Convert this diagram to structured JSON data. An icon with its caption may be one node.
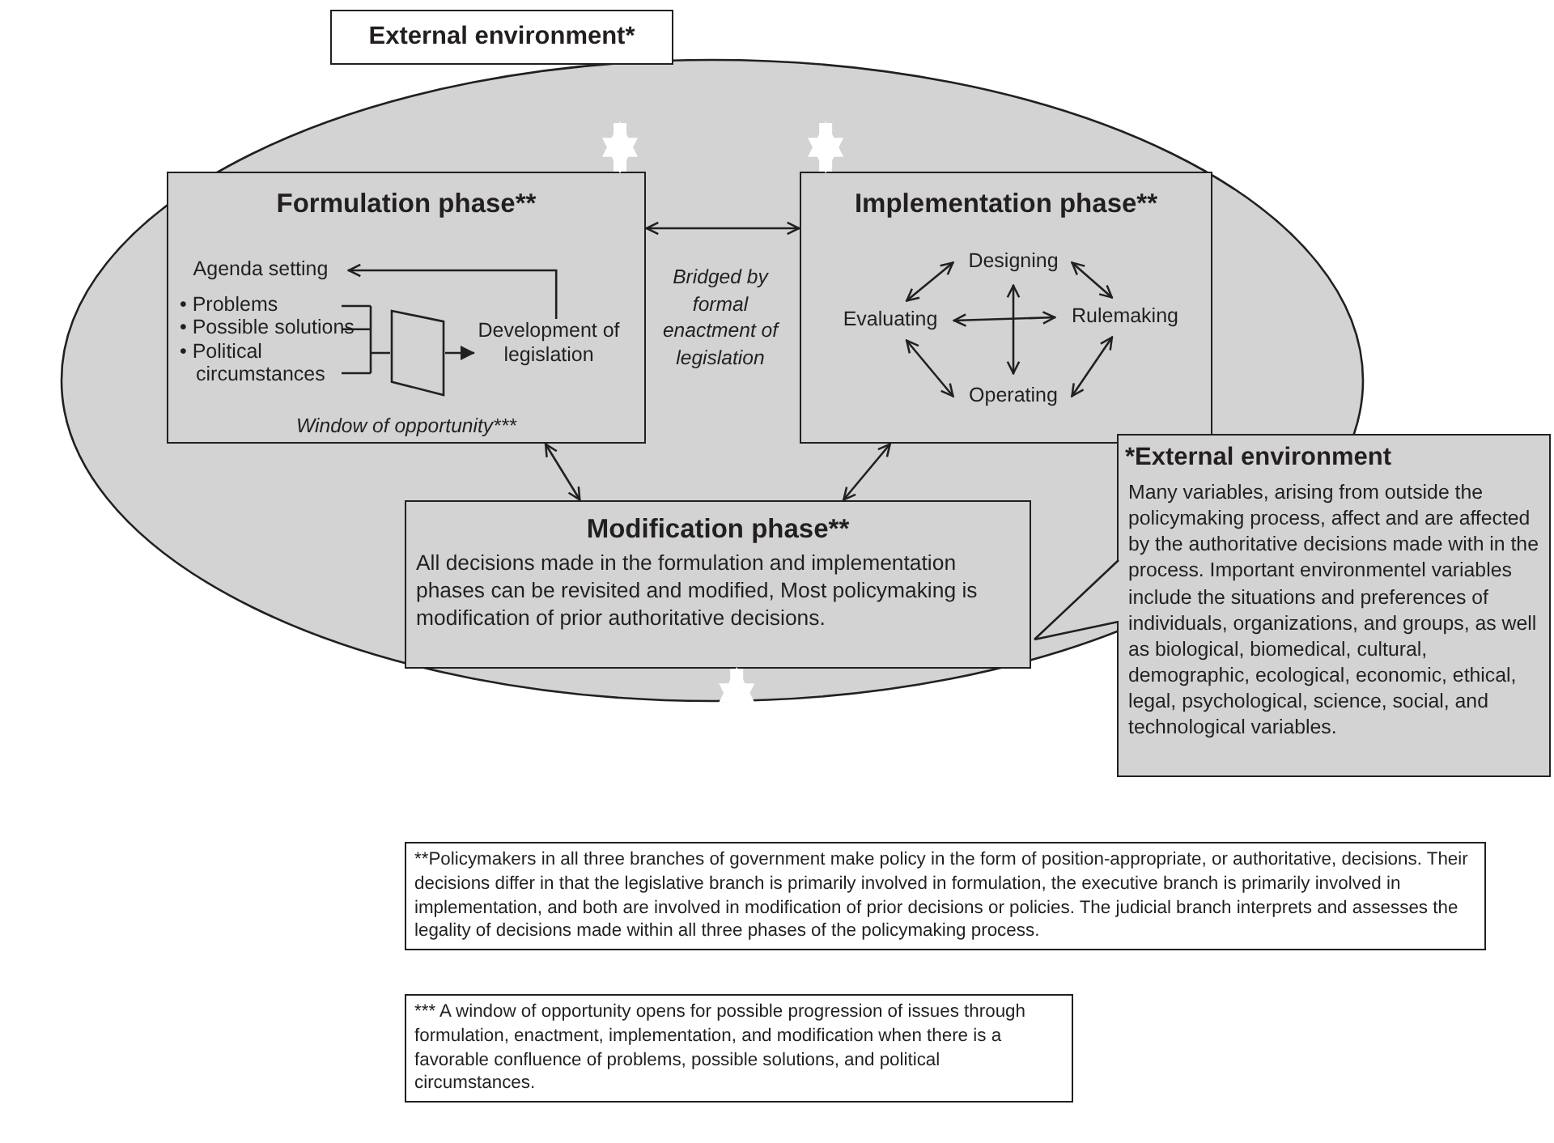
{
  "diagram": {
    "nodes": [
      {
        "text": [
          "External environment*"
        ]
      },
      {
        "text": [
          "Formulation phase**"
        ],
        "in": 0
      },
      {
        "text": [
          "Agenda setting"
        ],
        "in": 1
      },
      {
        "text": [
          "• Problems",
          "• Possible solutions",
          "• Political circumstances"
        ],
        "in": 1
      },
      {
        "text": [],
        "shape": "trapezium",
        "in": 1,
        "beside": [
          "Window of opportunity***"
        ]
      },
      {
        "text": [
          "Development of legislation"
        ],
        "in": 1
      },
      {
        "text": [
          "Implementation phase**"
        ],
        "in": 0
      },
      {
        "text": [
          "Designing"
        ],
        "in": 6
      },
      {
        "text": [
          "Evaluating"
        ],
        "in": 6
      },
      {
        "text": [
          "Rulemaking"
        ],
        "in": 6
      },
      {
        "text": [
          "Operating"
        ],
        "in": 6
      },
      {
        "text": [
          "Modification phase**",
          "All decisions made in the formulation and implementation phases can be revisited and modified, Most policymaking is modification of prior authoritative decisions."
        ],
        "in": 0
      },
      {
        "text": [
          "*External environment",
          "Many variables, arising from outside the policymaking process, affect and are affected by the authoritative decisions made with in the process. Important environmentel variables include the situations and preferences of individuals, organizations, and groups, as well as biological, biomedical, cultural, demographic, ecological, economic, ethical, legal, psychological, science, social, and technological variables."
        ]
      },
      {
        "text": [
          "**Policymakers in all three branches of government make policy in the form of position-appropriate, or authoritative, decisions. Their decisions differ in that the legislative branch is primarily involved in formulation, the executive branch is primarily involved in implementation, and both are involved in modification of prior decisions or policies. The judicial branch interprets and assesses the legality of decisions made within all three phases of the policymaking process."
        ]
      },
      {
        "text": [
          "*** A window of opportunity opens for possible progression of issues through formulation, enactment, implementation, and modification when there is a favorable confluence of problems, possible solutions, and political circumstances."
        ]
      }
    ],
    "edges": [
      {
        "from": 3,
        "to": 4,
        "arrow": "none"
      },
      {
        "from": 4,
        "to": 5,
        "arrow": "to"
      },
      {
        "from": 5,
        "to": 2,
        "arrow": "to"
      },
      {
        "from": 8,
        "to": 7,
        "arrow": "both"
      },
      {
        "from": 7,
        "to": 9,
        "arrow": "both"
      },
      {
        "from": 8,
        "to": 9,
        "arrow": "both"
      },
      {
        "from": 7,
        "to": 10,
        "arrow": "both"
      },
      {
        "from": 8,
        "to": 10,
        "arrow": "both"
      },
      {
        "from": 10,
        "to": 9,
        "arrow": "both"
      },
      {
        "from": 1,
        "to": 6,
        "arrow": "both",
        "label": "Bridged by formal enactment of legislation"
      },
      {
        "from": 1,
        "to": 11,
        "arrow": "both"
      },
      {
        "from": 6,
        "to": 11,
        "arrow": "both"
      },
      {
        "from": 1,
        "to": null,
        "arrow": "both",
        "style": "thick",
        "color": "#ffffff"
      },
      {
        "from": 6,
        "to": null,
        "arrow": "both",
        "style": "thick",
        "color": "#ffffff"
      },
      {
        "from": 11,
        "to": null,
        "arrow": "both",
        "style": "thick",
        "color": "#ffffff"
      }
    ]
  }
}
